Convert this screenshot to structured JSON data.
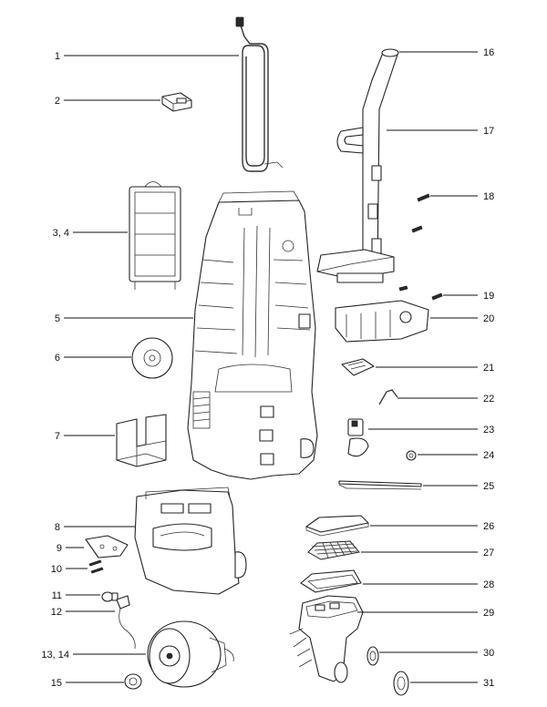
{
  "callouts": [
    {
      "label": "1"
    },
    {
      "label": "2"
    },
    {
      "label": "3, 4"
    },
    {
      "label": "5"
    },
    {
      "label": "6"
    },
    {
      "label": "7"
    },
    {
      "label": "8"
    },
    {
      "label": "9"
    },
    {
      "label": "10"
    },
    {
      "label": "11"
    },
    {
      "label": "12"
    },
    {
      "label": "13, 14"
    },
    {
      "label": "15"
    },
    {
      "label": "16"
    },
    {
      "label": "17"
    },
    {
      "label": "18"
    },
    {
      "label": "19"
    },
    {
      "label": "20"
    },
    {
      "label": "21"
    },
    {
      "label": "22"
    },
    {
      "label": "23"
    },
    {
      "label": "24"
    },
    {
      "label": "25"
    },
    {
      "label": "26"
    },
    {
      "label": "27"
    },
    {
      "label": "28"
    },
    {
      "label": "29"
    },
    {
      "label": "30"
    },
    {
      "label": "31"
    }
  ],
  "colors": {
    "line": "#222222",
    "fill": "#ffffff",
    "text": "#111111"
  }
}
